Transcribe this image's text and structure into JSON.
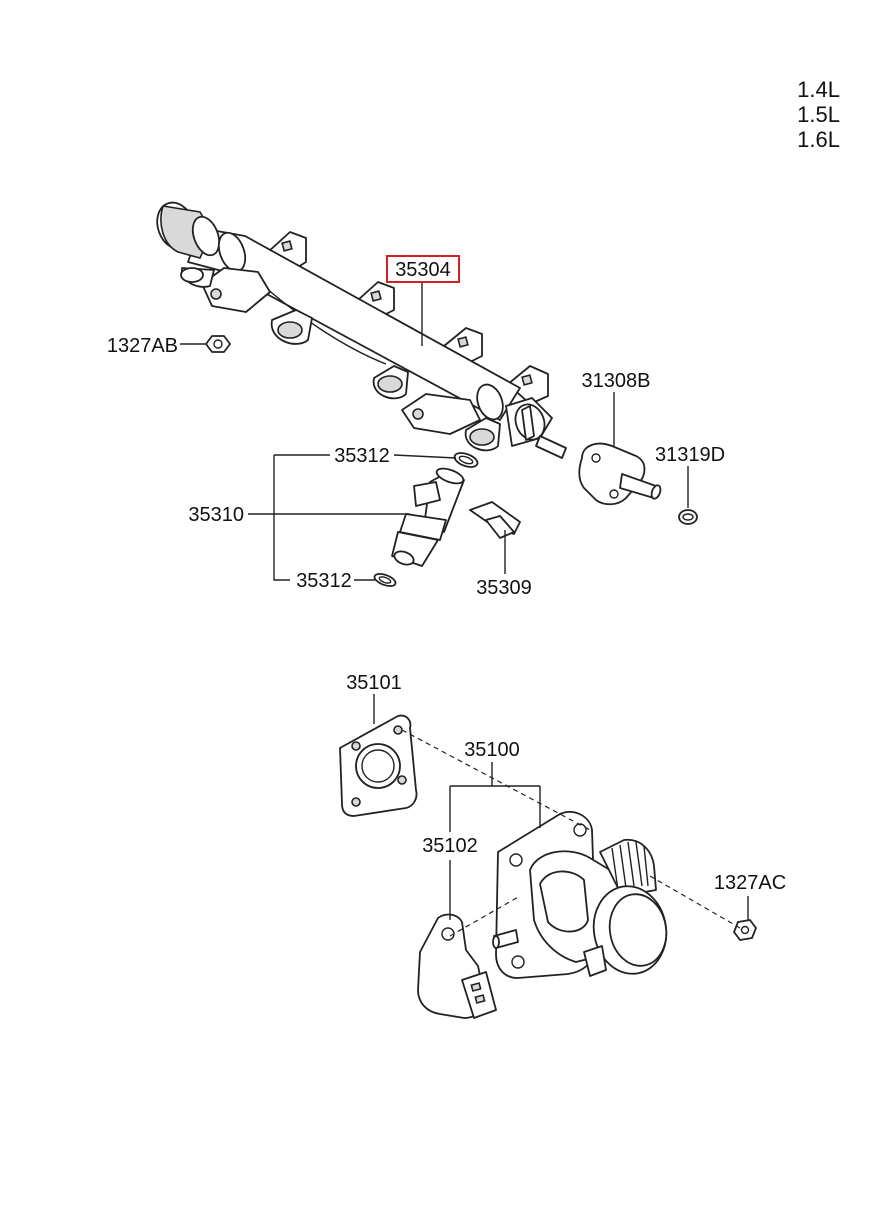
{
  "engine_variants": [
    "1.4L",
    "1.5L",
    "1.6L"
  ],
  "callouts": {
    "fuel_rail": "35304",
    "nut_upper": "1327AB",
    "pressure_regulator": "31308B",
    "o_ring_regulator": "31319D",
    "injector_assy": "35310",
    "injector_o_ring_top": "35312",
    "injector_o_ring_bottom": "35312",
    "injector_clip": "35309",
    "gasket": "35101",
    "throttle_body_assy": "35100",
    "throttle_position_sensor": "35102",
    "nut_lower": "1327AC"
  },
  "highlight_color": "#d62020"
}
